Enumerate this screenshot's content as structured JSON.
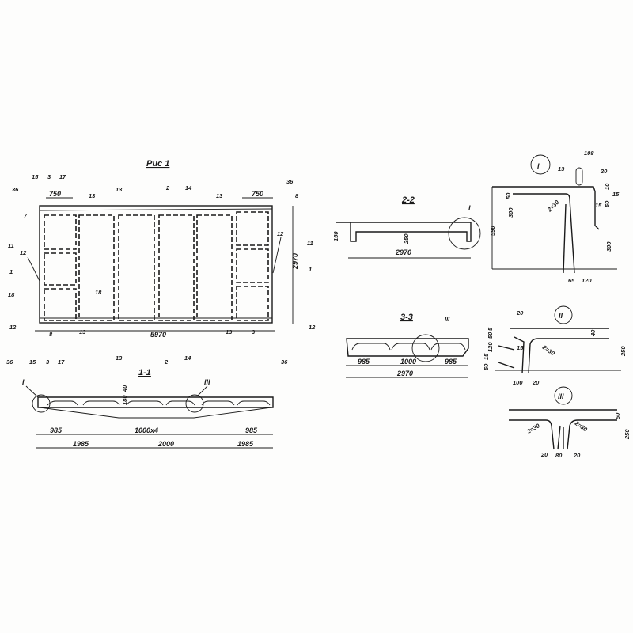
{
  "figure_title": "Рис 1",
  "plan": {
    "width_dim": "5970",
    "height_dim": "2970",
    "edge_dims": [
      "750",
      "750"
    ],
    "callouts": [
      "13",
      "13",
      "13",
      "13",
      "7",
      "8",
      "8",
      "3",
      "12",
      "12"
    ],
    "section_marks_top": [
      "36",
      "15",
      "3",
      "17",
      "13",
      "2",
      "14",
      "36"
    ],
    "section_marks_bottom": [
      "36",
      "15",
      "3",
      "17",
      "13",
      "2",
      "14",
      "36"
    ],
    "section_marks_left": [
      "11",
      "1",
      "18",
      "12"
    ],
    "section_marks_right": [
      "11",
      "1",
      "12"
    ],
    "inner_mark": "18"
  },
  "section_1_1": {
    "title": "1-1",
    "dims_row1": [
      "985",
      "1000x4",
      "985"
    ],
    "dims_row2": [
      "1985",
      "2000",
      "1985"
    ],
    "height_dims": [
      "180",
      "40"
    ],
    "detail_refs": [
      "I",
      "III"
    ]
  },
  "section_2_2": {
    "title": "2-2",
    "span": "2970",
    "height": "150",
    "depth": "250",
    "detail_ref": "I"
  },
  "section_3_3": {
    "title": "3-3",
    "dims": [
      "985",
      "1000",
      "985"
    ],
    "total": "2970",
    "detail_ref": "III"
  },
  "detail_I": {
    "label": "I",
    "dims": [
      "108",
      "13",
      "20",
      "50",
      "300",
      "590",
      "2=30",
      "300",
      "65",
      "120",
      "15",
      "10",
      "50",
      "15"
    ]
  },
  "detail_II": {
    "label": "II",
    "dims": [
      "20",
      "40",
      "250",
      "5",
      "50",
      "120",
      "15",
      "15",
      "2=30",
      "100",
      "20",
      "50"
    ]
  },
  "detail_III": {
    "label": "III",
    "dims": [
      "50",
      "250",
      "2=30",
      "2=30",
      "20",
      "80",
      "20"
    ]
  }
}
